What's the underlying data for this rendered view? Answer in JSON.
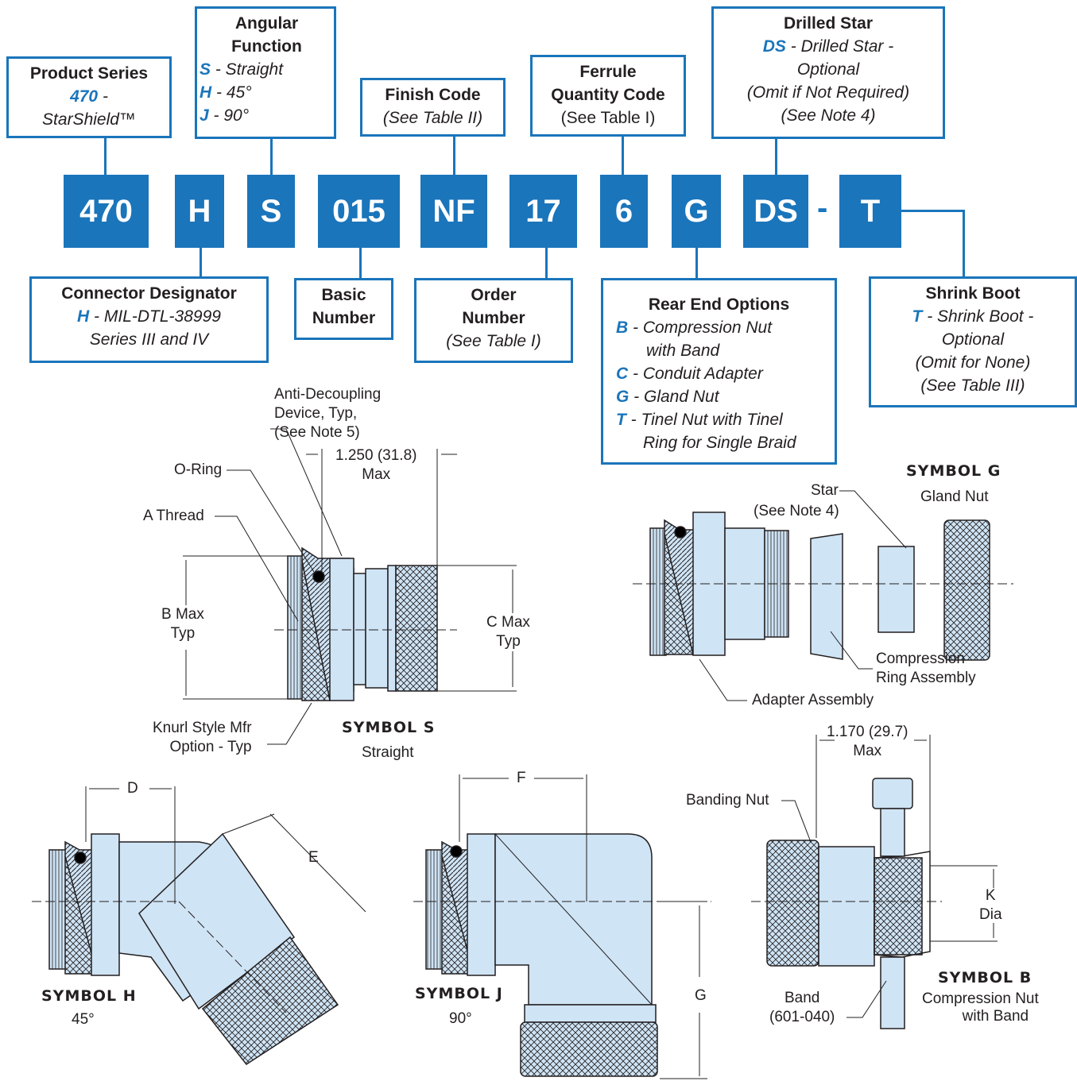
{
  "code_boxes": [
    "470",
    "H",
    "S",
    "015",
    "NF",
    "17",
    "6",
    "G",
    "DS",
    "T"
  ],
  "dash": "-",
  "callouts": {
    "product_series": {
      "title": "Product Series",
      "code": "470",
      "text": " -",
      "text2": "StarShield™"
    },
    "angular_function": {
      "title1": "Angular",
      "title2": "Function",
      "opts": [
        {
          "code": "S",
          "text": " - Straight"
        },
        {
          "code": "H",
          "text": " - 45°"
        },
        {
          "code": "J",
          "text": " - 90°"
        }
      ]
    },
    "finish_code": {
      "title": "Finish Code",
      "note": "(See Table II)"
    },
    "ferrule_qty": {
      "title1": "Ferrule",
      "title2": "Quantity Code",
      "note": "(See Table I)"
    },
    "drilled_star": {
      "title": "Drilled Star",
      "code": "DS",
      "text": " - Drilled Star -",
      "line2": "Optional",
      "line3": "(Omit if Not Required)",
      "line4": "(See Note 4)"
    },
    "connector_designator": {
      "title": "Connector Designator",
      "code": "H",
      "text": " - MIL-DTL-38999",
      "line2": "Series III and IV"
    },
    "basic_number": {
      "title1": "Basic",
      "title2": "Number"
    },
    "order_number": {
      "title1": "Order",
      "title2": "Number",
      "note": "(See Table I)"
    },
    "rear_end": {
      "title": "Rear End Options",
      "opts": [
        {
          "code": "B",
          "text": " -  Compression Nut"
        },
        {
          "code": "",
          "text": "with Band"
        },
        {
          "code": "C",
          "text": " - Conduit Adapter"
        },
        {
          "code": "G",
          "text": " - Gland Nut"
        },
        {
          "code": "T",
          "text": " - Tinel Nut with Tinel"
        },
        {
          "code": "",
          "text": "Ring for Single Braid"
        }
      ]
    },
    "shrink_boot": {
      "title": "Shrink Boot",
      "code": "T",
      "text": " - Shrink Boot -",
      "line2": "Optional",
      "line3": "(Omit for None)",
      "line4": "(See Table III)"
    }
  },
  "labels": {
    "anti_decoupling": [
      "Anti-Decoupling",
      "Device, Typ,",
      "(See Note 5)"
    ],
    "dim_1250": [
      "1.250 (31.8)",
      "Max"
    ],
    "o_ring": "O-Ring",
    "a_thread": "A Thread",
    "b_max": [
      "B Max",
      "Typ"
    ],
    "c_max": [
      "C Max",
      "Typ"
    ],
    "knurl": [
      "Knurl Style Mfr",
      "Option - Typ"
    ],
    "star": "Star",
    "see_note4": "(See Note 4)",
    "compression_ring": [
      "Compression",
      "Ring Assembly"
    ],
    "adapter_assembly": "Adapter Assembly",
    "dim_1170": [
      "1.170 (29.7)",
      "Max"
    ],
    "banding_nut": "Banding Nut",
    "k_dia": [
      "K",
      "Dia"
    ],
    "band": [
      "Band",
      "(601-040)"
    ],
    "d": "D",
    "e": "E",
    "f": "F",
    "g": "G"
  },
  "symbols": {
    "s": {
      "name": "SYMBOL S",
      "sub": "Straight"
    },
    "g": {
      "name": "SYMBOL G",
      "sub": "Gland Nut"
    },
    "h": {
      "name": "SYMBOL H",
      "sub": "45°"
    },
    "j": {
      "name": "SYMBOL J",
      "sub": "90°"
    },
    "b": {
      "name": "SYMBOL B",
      "sub1": "Compression Nut",
      "sub2": "with Band"
    }
  },
  "colors": {
    "accent": "#1a75bb",
    "part_fill": "#cfe4f5",
    "line": "#231f20"
  }
}
